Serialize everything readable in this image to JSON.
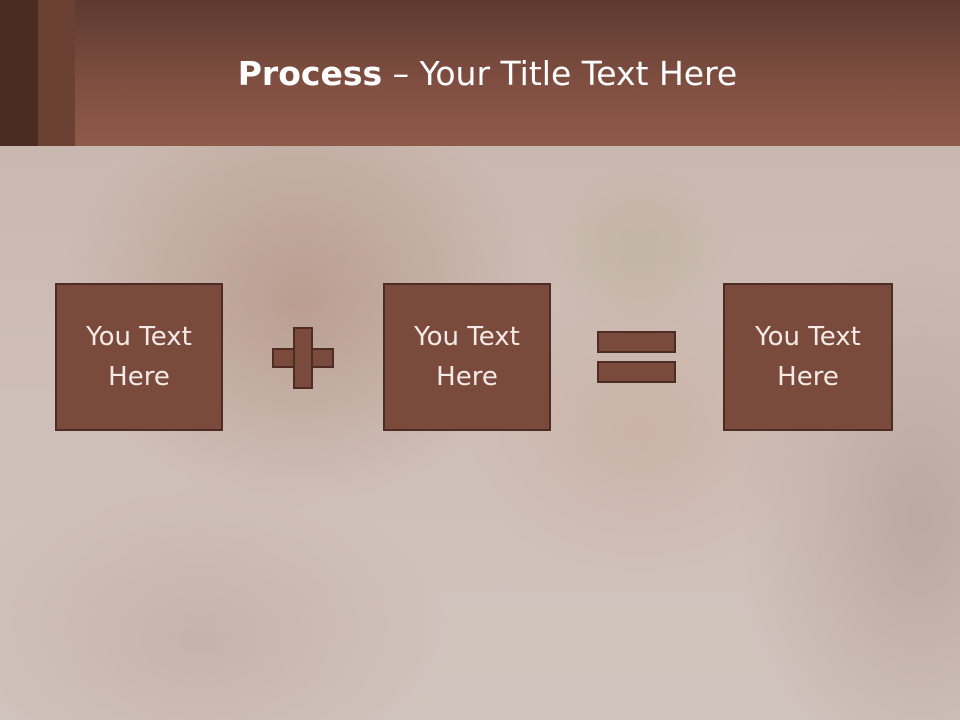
{
  "slide": {
    "title_bold": "Process",
    "title_rest": " – Your Title Text Here"
  },
  "boxes": [
    {
      "text": "You Text Here"
    },
    {
      "text": "You Text Here"
    },
    {
      "text": "You Text Here"
    }
  ],
  "operators": [
    "plus",
    "equals"
  ],
  "colors": {
    "header": "#7e4e40",
    "box_fill": "#7a4a3d",
    "box_border": "#4c2c24",
    "box_text": "#f4e9e4",
    "title_text": "#ffffff"
  }
}
